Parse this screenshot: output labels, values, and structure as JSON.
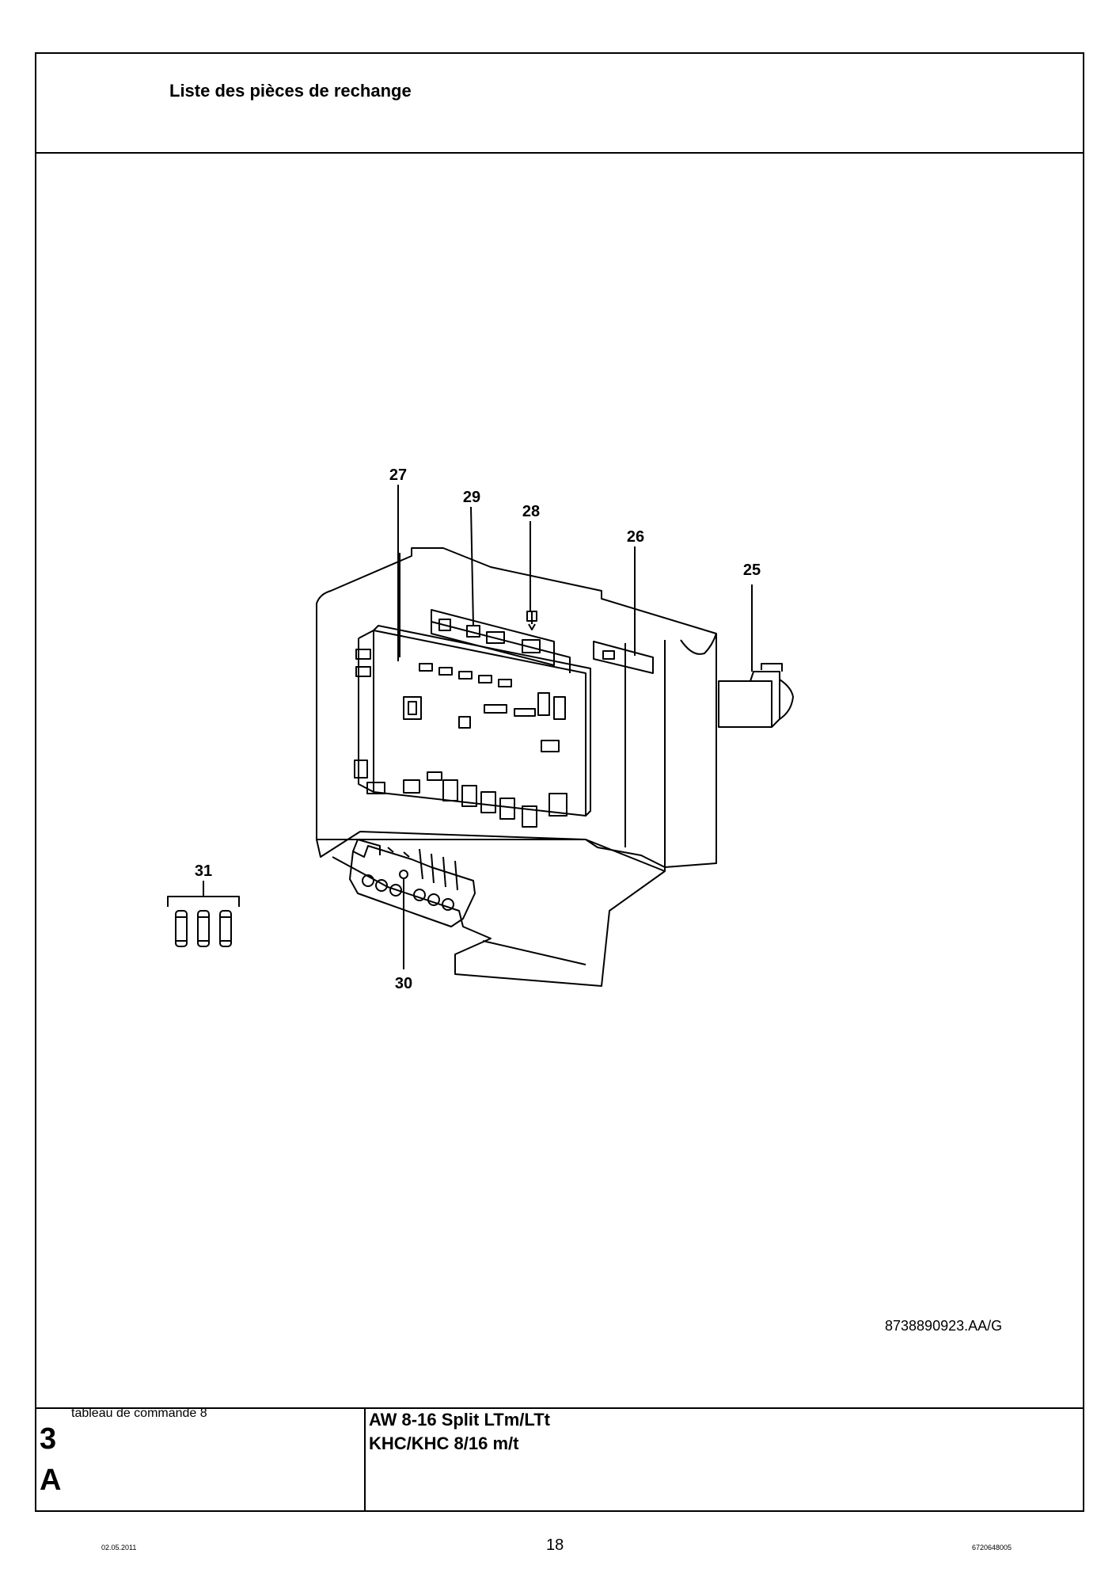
{
  "header": {
    "title": "Liste des pièces de rechange"
  },
  "drawing": {
    "callouts": [
      "27",
      "29",
      "28",
      "26",
      "25",
      "31",
      "30"
    ],
    "reference_code": "8738890923.AA/G"
  },
  "footer": {
    "section_title": "tableau de commande 8",
    "chapter_number": "3",
    "chapter_letter": "A",
    "model_line_1": "AW 8-16 Split LTm/LTt",
    "model_line_2": "KHC/KHC 8/16 m/t"
  },
  "bottom": {
    "date": "02.05.2011",
    "page_number": "18",
    "document_number": "6720648005"
  }
}
